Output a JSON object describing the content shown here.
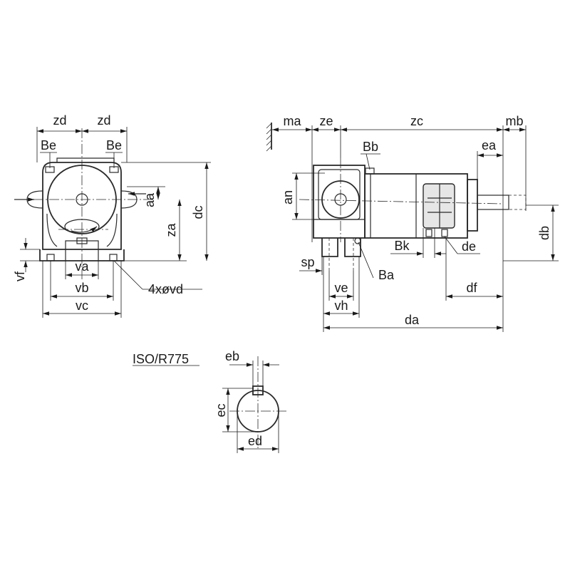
{
  "front_view": {
    "labels": {
      "zd_left": "zd",
      "zd_right": "zd",
      "be_left": "Be",
      "be_right": "Be",
      "aa": "aa",
      "za": "za",
      "dc": "dc",
      "vf": "vf",
      "va": "va",
      "vb": "vb",
      "vc": "vc",
      "holes": "4xøvd"
    }
  },
  "side_view": {
    "labels": {
      "ma": "ma",
      "ze": "ze",
      "zc": "zc",
      "mb": "mb",
      "bb": "Bb",
      "ea": "ea",
      "an": "an",
      "db": "db",
      "bk": "Bk",
      "de": "de",
      "sp": "sp",
      "ba": "Ba",
      "ve": "ve",
      "df": "df",
      "vh": "vh",
      "da": "da"
    }
  },
  "shaft_detail": {
    "standard": "ISO/R775",
    "labels": {
      "eb": "eb",
      "ec": "ec",
      "ed": "ed"
    }
  }
}
